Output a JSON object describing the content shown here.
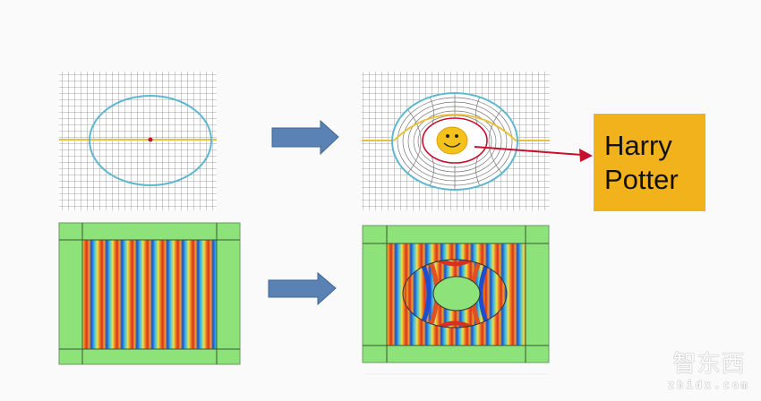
{
  "label_box": {
    "line1": "Harry",
    "line2": "Potter"
  },
  "watermark": {
    "cn": "智东西",
    "en": "zhidx.com"
  },
  "colors": {
    "arrow": "#5a82b4",
    "label_bg": "#f2b21b",
    "green": "#8ee27a",
    "ellipse": "#5fb8d0",
    "axis_line": "#e8c23a",
    "red": "#c8102e"
  }
}
